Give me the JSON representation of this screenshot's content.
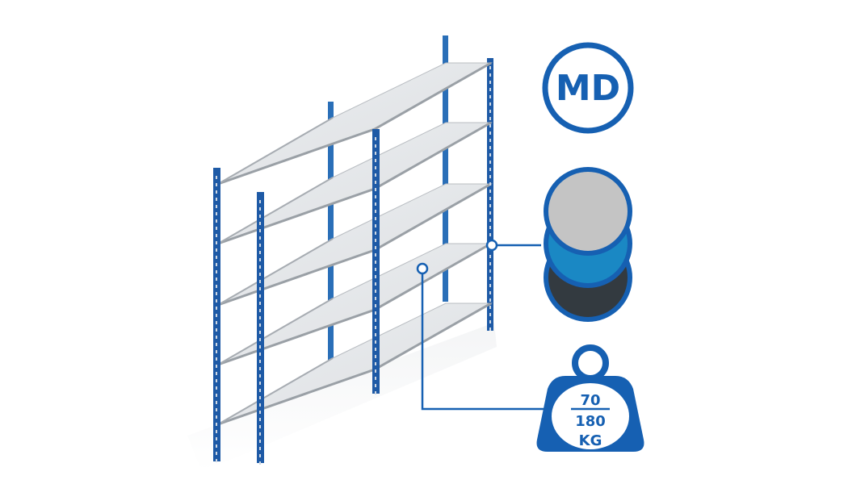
{
  "badge": {
    "text": "MD"
  },
  "load": {
    "top": "70",
    "bottom": "180",
    "unit": "KG"
  },
  "colors": {
    "brand_blue": "#1660b2",
    "upright_blue": "#1e5aa6",
    "shelf_grey": "#e3e5e8",
    "swatch_grey": "#c4c4c4",
    "swatch_blue": "#1a88c4",
    "swatch_dark": "#333a40"
  },
  "icons": [
    "md-badge-icon",
    "color-swatch-stack-icon",
    "weight-icon"
  ]
}
